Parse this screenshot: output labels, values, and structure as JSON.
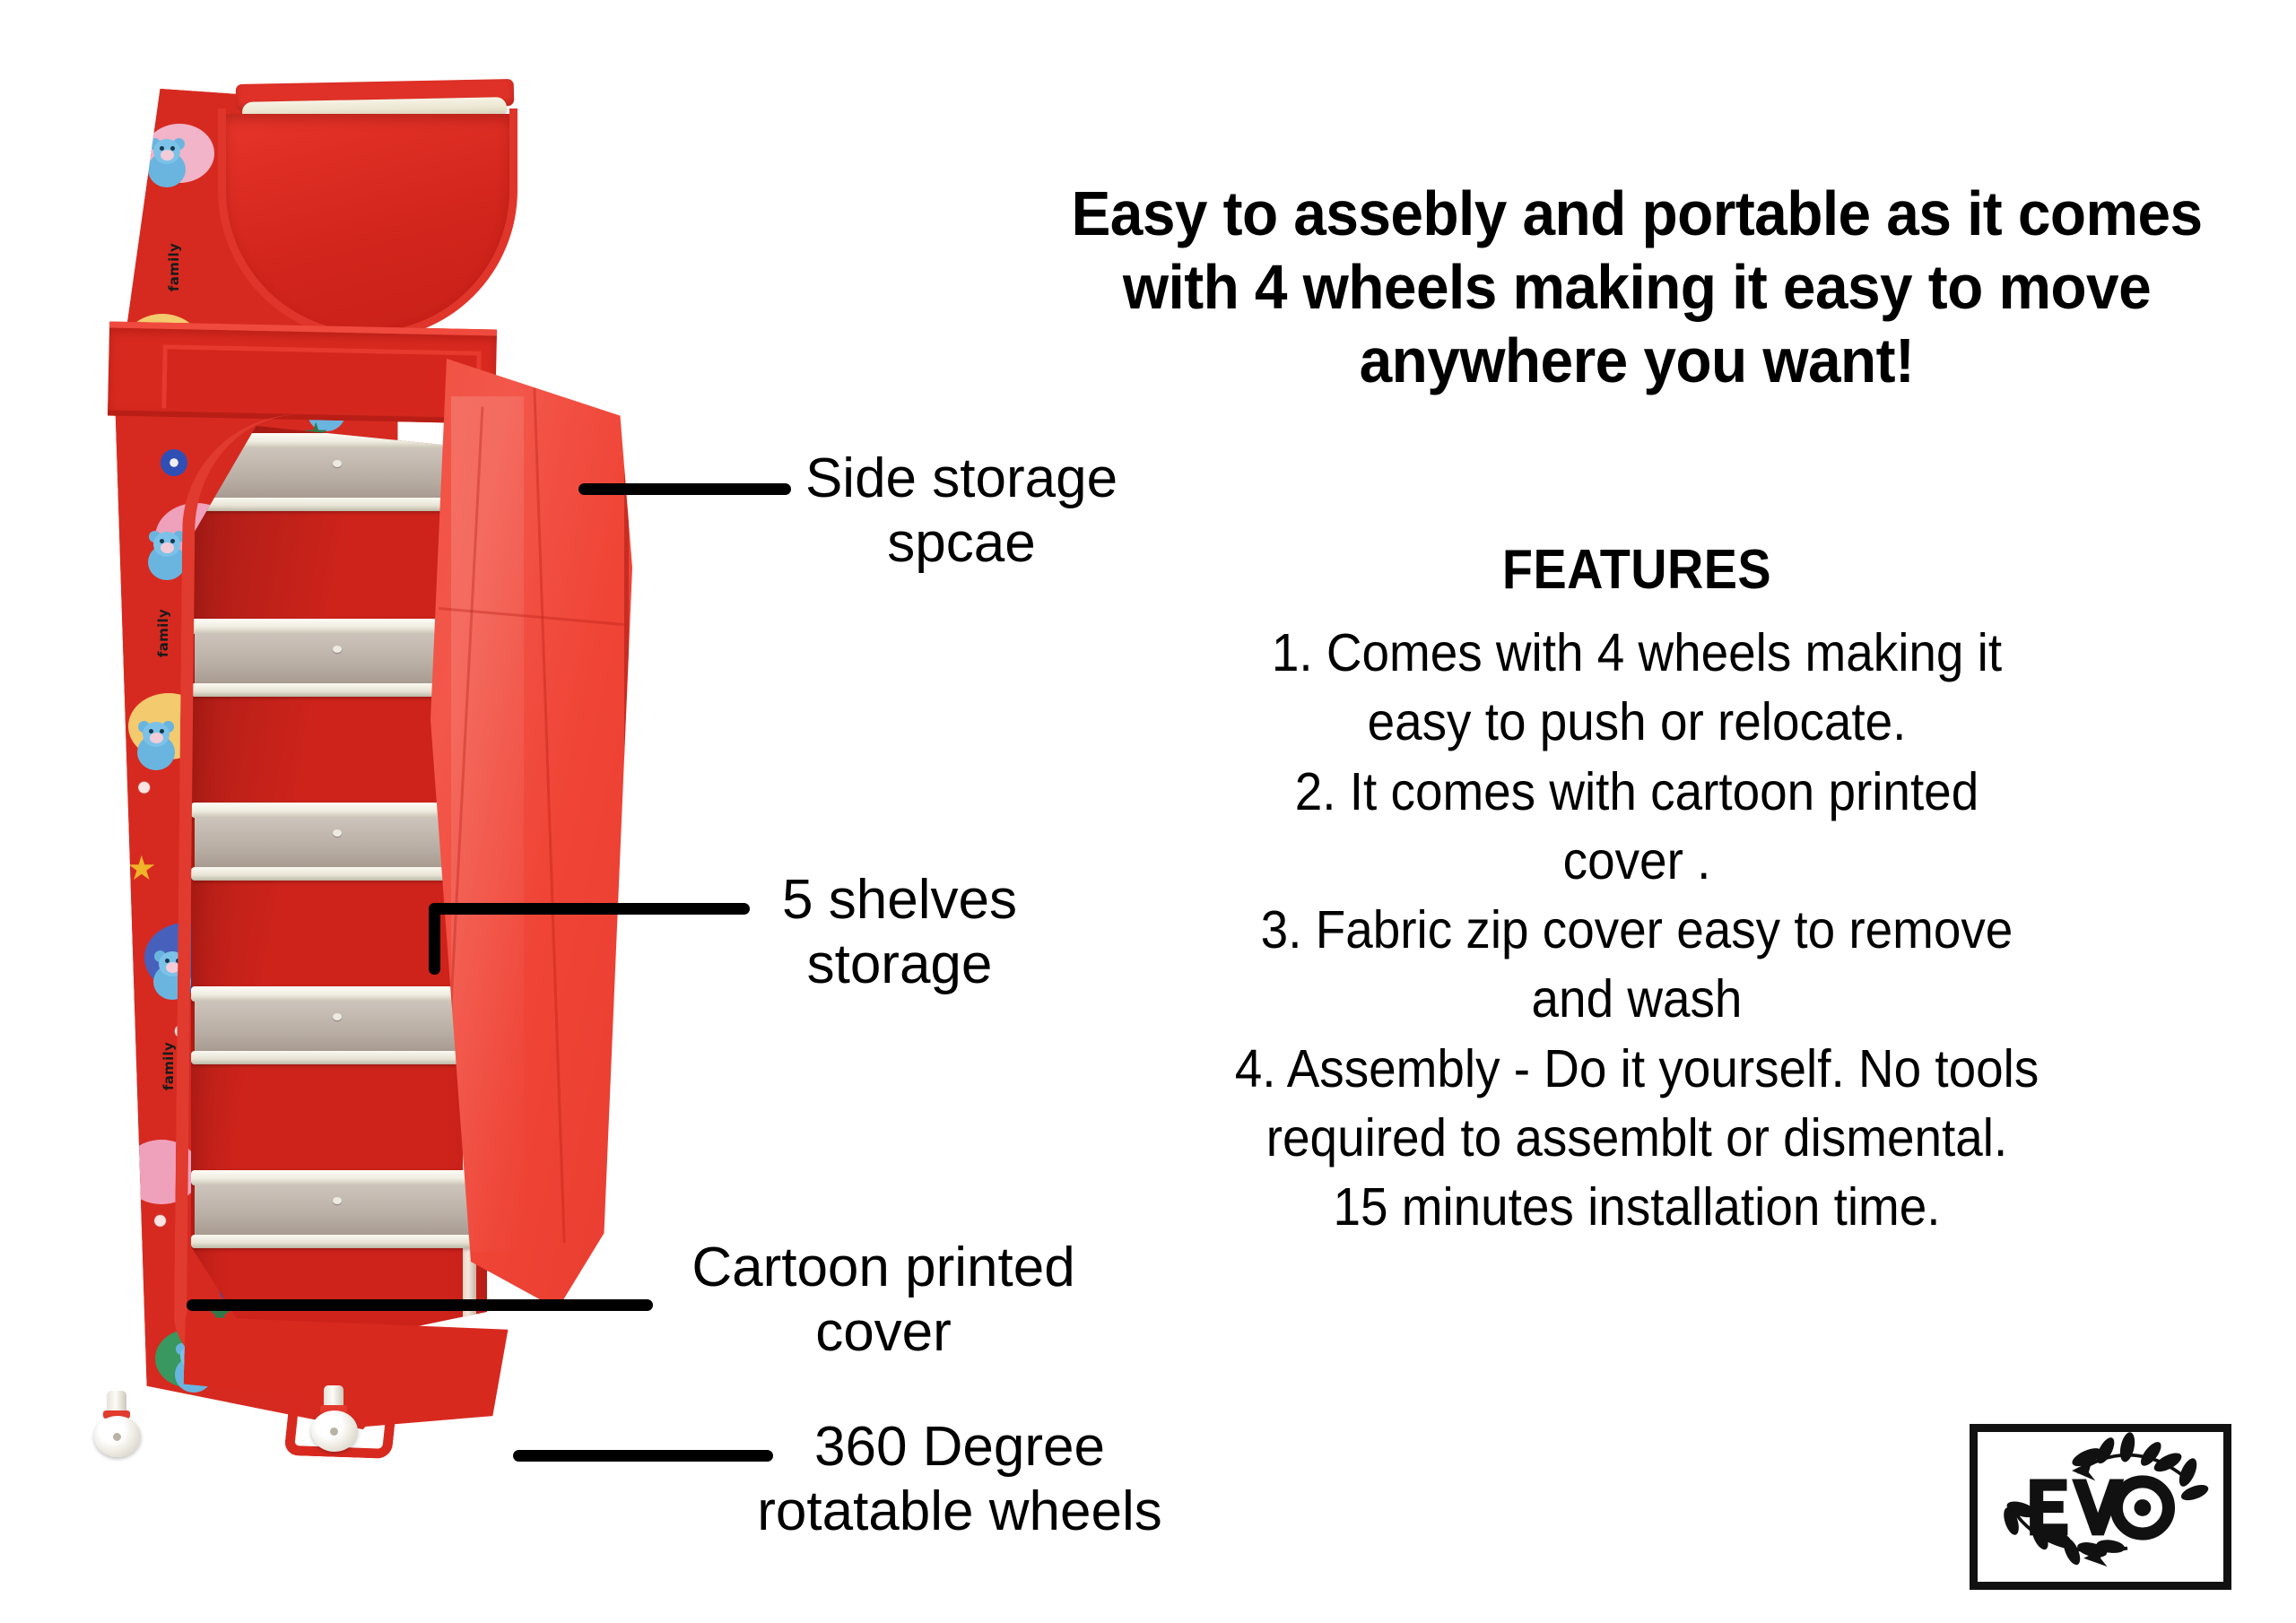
{
  "page": {
    "background_color": "#ffffff",
    "accent_red": "#d8291f",
    "door_red": "#ef4436",
    "text_color": "#000000"
  },
  "headline": {
    "line1": "Easy to assebly and portable as it comes",
    "line2": "with 4 wheels making it easy to move",
    "line3": "anywhere you want!"
  },
  "features": {
    "title": "FEATURES",
    "items": [
      "1. Comes with 4 wheels making it",
      "easy to push or relocate.",
      "2. It comes with cartoon printed",
      "cover .",
      "3. Fabric zip cover easy to remove",
      "and wash",
      "4. Assembly - Do it yourself. No tools",
      "required to assemblt or dismental.",
      "15 minutes installation time."
    ]
  },
  "callouts": [
    {
      "id": "side-storage",
      "line1": "Side storage",
      "line2": "spcae"
    },
    {
      "id": "shelves",
      "line1": "5 shelves",
      "line2": "storage"
    },
    {
      "id": "cartoon-cover",
      "line1": "Cartoon printed",
      "line2": "cover"
    },
    {
      "id": "wheels",
      "line1": "360 Degree",
      "line2": "rotatable wheels"
    }
  ],
  "product": {
    "fabric_label": "family",
    "shelf_count": 5,
    "wheel_count": 4
  },
  "logo": {
    "brand": "EV",
    "full": "EVO"
  }
}
